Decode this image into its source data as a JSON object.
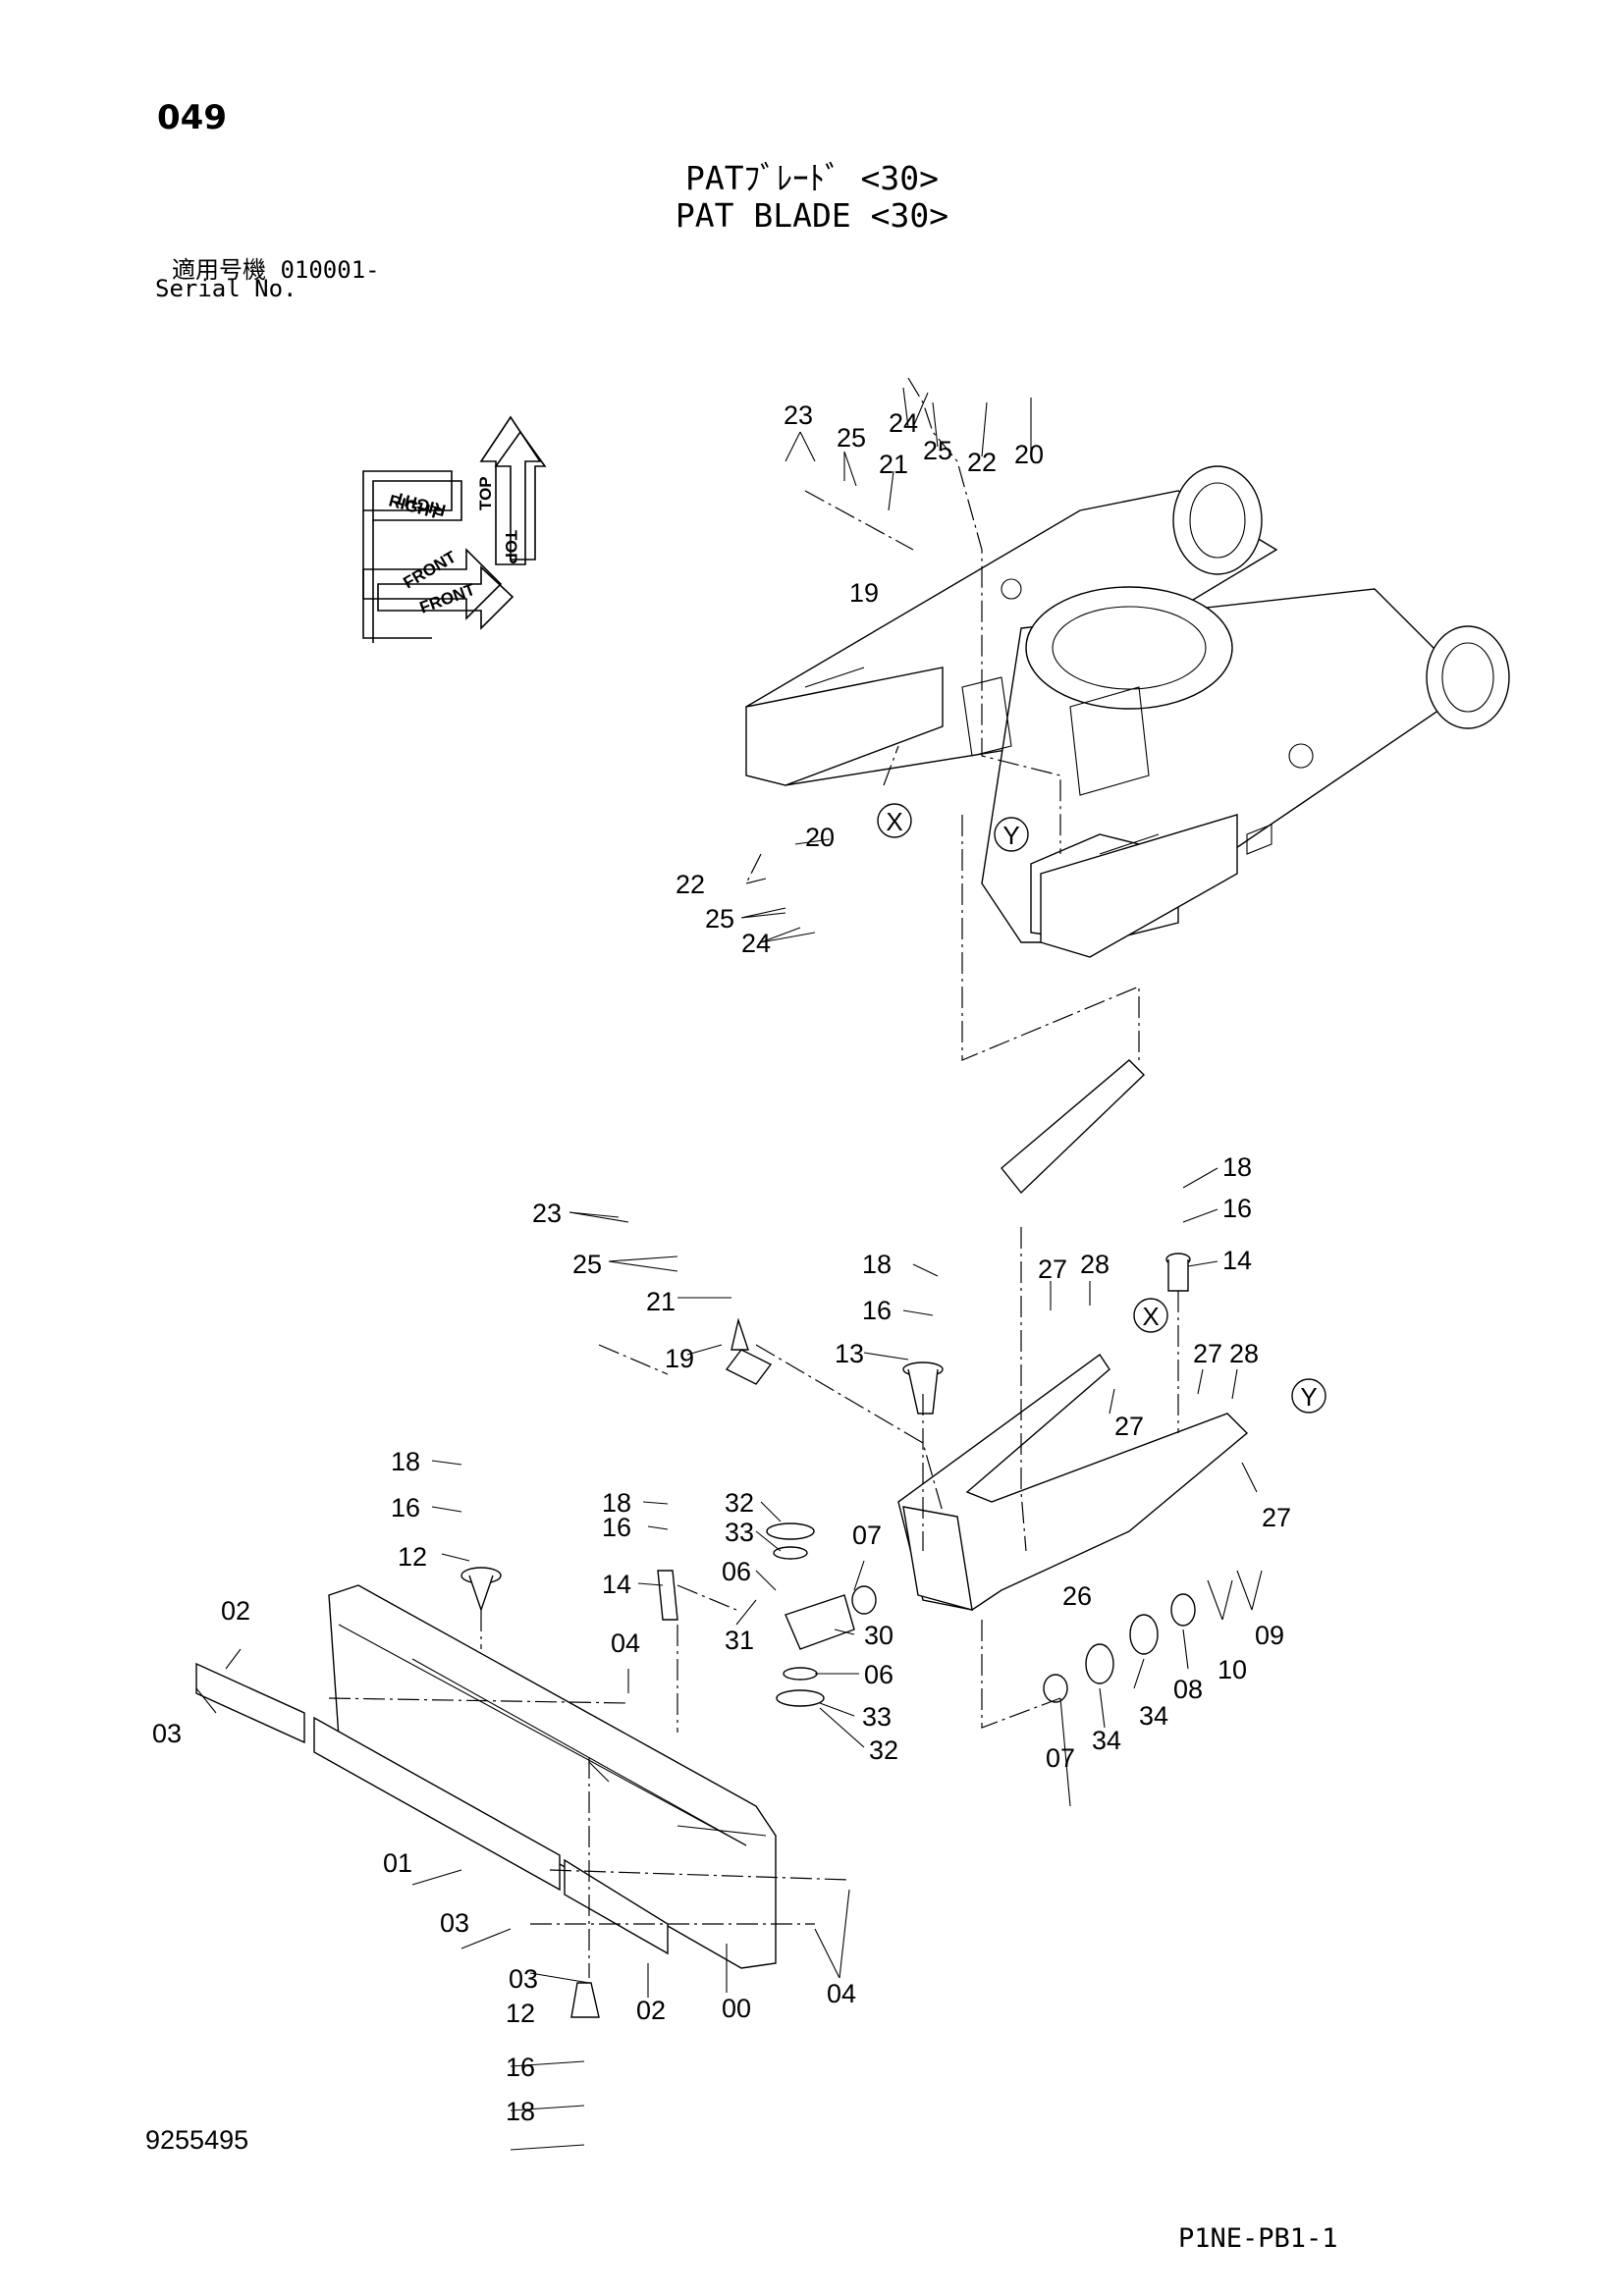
{
  "header": {
    "page_number": "049",
    "title_jp": "PATﾌﾞﾚｰﾄﾞ <30>",
    "title_en": "PAT BLADE <30>",
    "serial_label_jp": "適用号機 010001-",
    "serial_label_en": "Serial No."
  },
  "footer": {
    "document_number": "9255495",
    "page_code": "P1NE-PB1-1"
  },
  "orientation_indicator": {
    "labels": [
      "TOP",
      "TOP",
      "RIGHT",
      "RIGHT",
      "FRONT",
      "FRONT"
    ]
  },
  "callouts": [
    "X",
    "Y"
  ],
  "part_labels": {
    "f_23": "23",
    "f_25a": "25",
    "f_24a": "24",
    "f_25b": "25",
    "f_21": "21",
    "f_22a": "22",
    "f_20a": "20",
    "f_19": "19",
    "f_20b": "20",
    "f_22b": "22",
    "f_25c": "25",
    "f_24b": "24",
    "a_23": "23",
    "a_25": "25",
    "a_21": "21",
    "a_19": "19",
    "a_18a": "18",
    "a_16a": "16",
    "a_13": "13",
    "a_27a": "27",
    "a_28a": "28",
    "a_27b": "27",
    "a_18b": "18",
    "a_16b": "16",
    "a_14a": "14",
    "a_27c": "27",
    "a_28b": "28",
    "a_27d": "27",
    "b_18a": "18",
    "b_16a": "16",
    "b_12a": "12",
    "b_18b": "18",
    "b_16b": "16",
    "b_14": "14",
    "b_32a": "32",
    "b_33a": "33",
    "b_06a": "06",
    "b_31": "31",
    "b_30": "30",
    "b_06b": "06",
    "b_33b": "33",
    "b_32b": "32",
    "b_07a": "07",
    "b_26": "26",
    "b_09": "09",
    "b_10": "10",
    "b_08": "08",
    "b_34a": "34",
    "b_34b": "34",
    "b_07b": "07",
    "b_02a": "02",
    "b_03a": "03",
    "b_04a": "04",
    "b_01": "01",
    "b_03b": "03",
    "b_03c": "03",
    "b_02b": "02",
    "b_00": "00",
    "b_04b": "04",
    "b_12b": "12",
    "b_16c": "16",
    "b_18c": "18"
  }
}
